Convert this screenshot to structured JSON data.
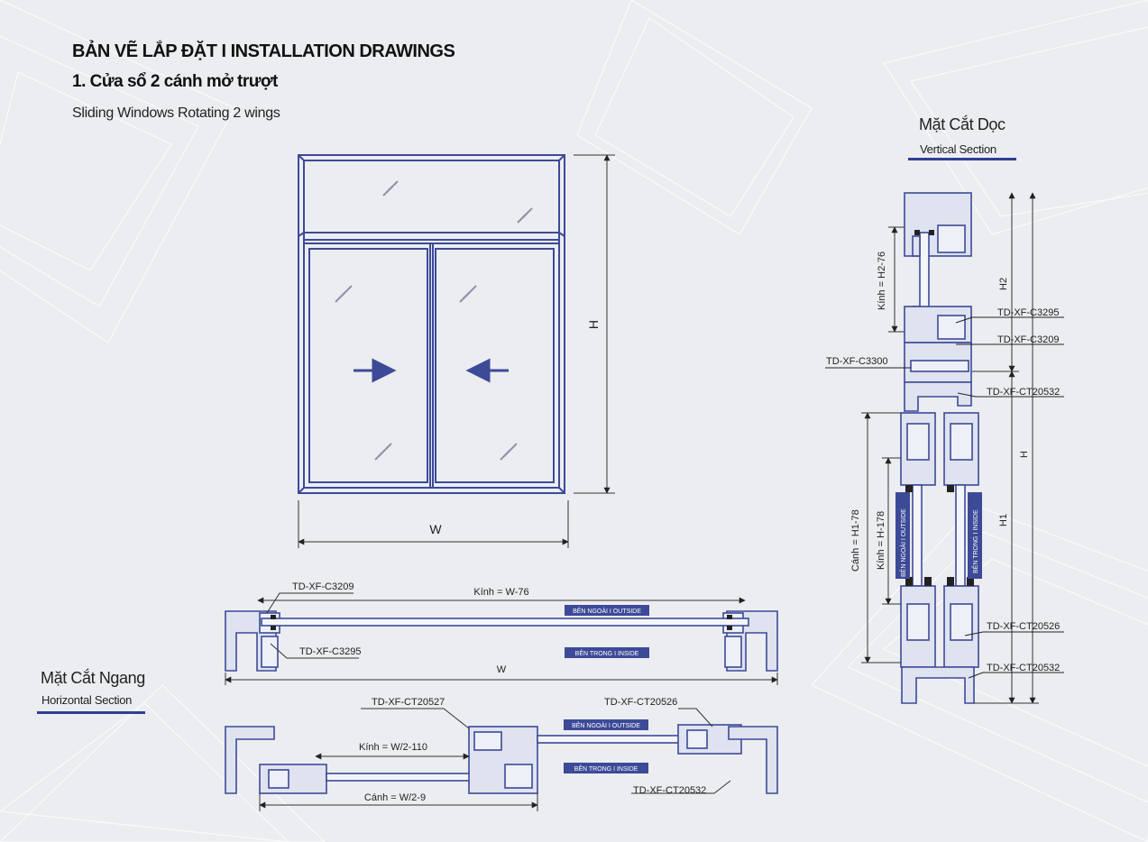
{
  "header": {
    "title": "BẢN VẼ LẮP ĐẶT  I  INSTALLATION DRAWINGS",
    "subtitle": "1. Cửa sổ 2 cánh mở trượt",
    "description": "Sliding Windows Rotating 2 wings"
  },
  "elevation": {
    "width_label": "W",
    "height_label": "H"
  },
  "vertical_section": {
    "title": "Mặt Cắt Dọc",
    "subtitle": "Vertical Section",
    "dim_glass_top": "Kính = H2-76",
    "dim_h2": "H2",
    "dim_h": "H",
    "dim_h1": "H1",
    "dim_sash": "Cánh = H1-78",
    "dim_glass_bottom": "Kính = H-178",
    "outside_label": "BÊN NGOÀI  I  OUTSIDE",
    "inside_label": "BÊN TRONG  I  INSIDE",
    "callouts": [
      "TD-XF-C3295",
      "TD-XF-C3209",
      "TD-XF-C3300",
      "TD-XF-CT20532",
      "TD-XF-CT20526",
      "TD-XF-CT20532"
    ]
  },
  "horizontal_section": {
    "title": "Mặt Cắt Ngang",
    "subtitle": "Horizontal Section",
    "top": {
      "callout_a": "TD-XF-C3209",
      "callout_b": "TD-XF-C3295",
      "dim_glass": "Kính = W-76",
      "dim_w": "W",
      "outside_label": "BÊN NGOÀI  I  OUTSIDE",
      "inside_label": "BÊN TRONG  I  INSIDE"
    },
    "bottom": {
      "callout_a": "TD-XF-CT20527",
      "callout_b": "TD-XF-CT20526",
      "callout_c": "TD-XF-CT20532",
      "dim_glass": "Kính = W/2-110",
      "dim_sash": "Cánh = W/2-9",
      "outside_label": "BÊN NGOÀI  I  OUTSIDE",
      "inside_label": "BÊN TRONG  I  INSIDE"
    }
  },
  "colors": {
    "profile": "#3c4a98",
    "profile_fill": "#dfe2ef",
    "accent": "#2f3f96",
    "dim_line": "#333333"
  }
}
